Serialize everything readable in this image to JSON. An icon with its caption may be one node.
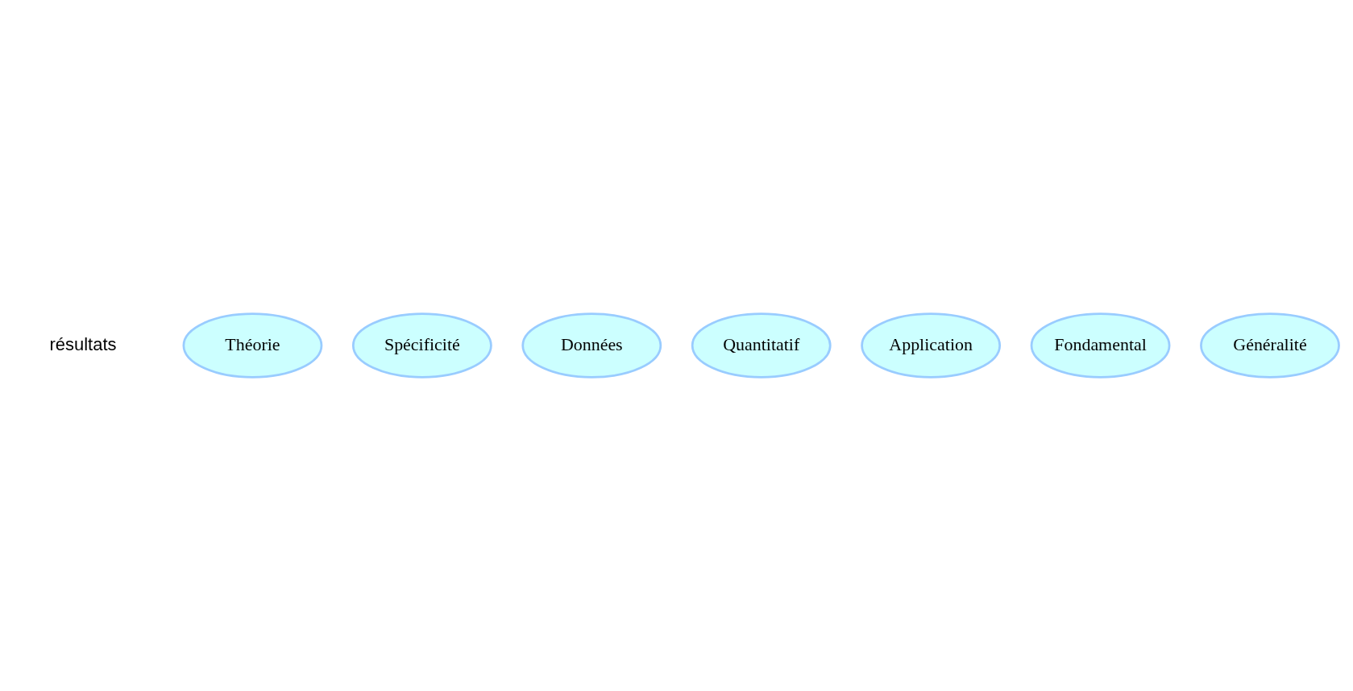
{
  "diagram": {
    "nodes": [
      {
        "text": [
          "Théorie"
        ]
      },
      {
        "text": [
          "Spécificité"
        ]
      },
      {
        "text": [
          "Données"
        ]
      },
      {
        "text": [
          "Quantitatif"
        ]
      },
      {
        "text": [
          "Application"
        ]
      },
      {
        "text": [
          "Fondamental"
        ]
      },
      {
        "text": [
          "Généralité"
        ]
      }
    ],
    "labels": [
      "résultats"
    ]
  }
}
